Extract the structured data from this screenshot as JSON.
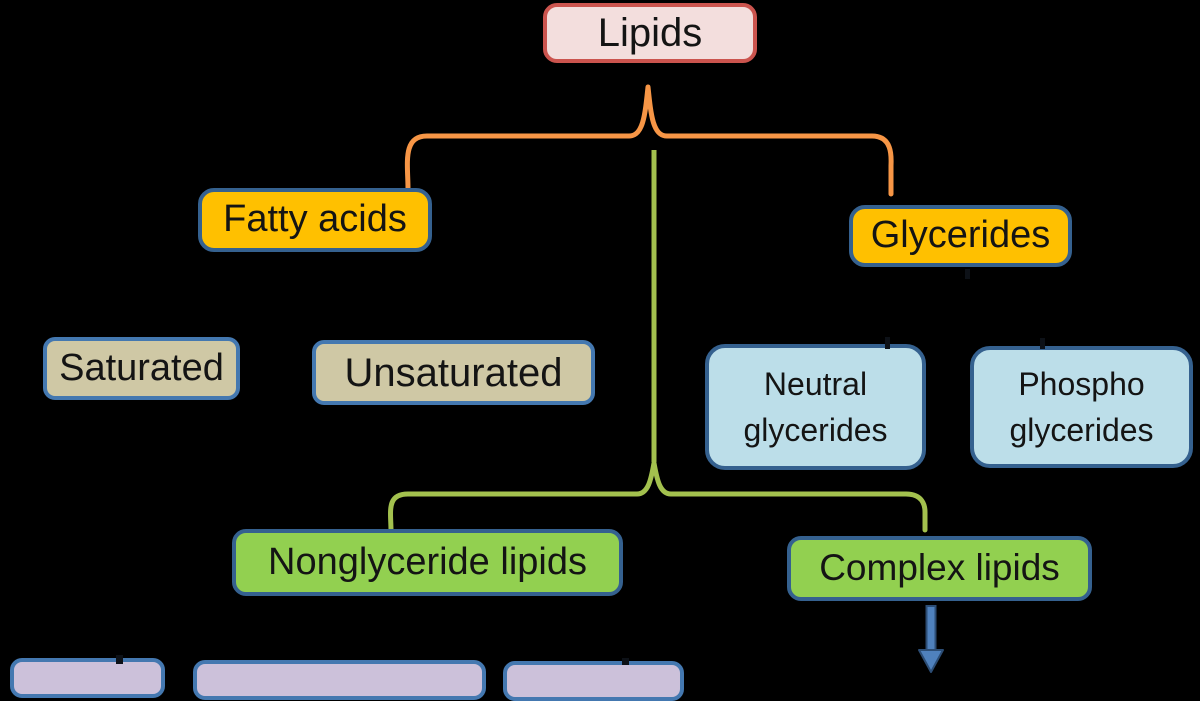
{
  "nodes": {
    "lipids": {
      "label": "Lipids"
    },
    "fatty_acids": {
      "label": "Fatty acids"
    },
    "glycerides": {
      "label": "Glycerides"
    },
    "saturated": {
      "label": "Saturated"
    },
    "unsaturated": {
      "label": "Unsaturated"
    },
    "neutral_glycerides": {
      "label": "Neutral glycerides"
    },
    "phospho_glycerides": {
      "label": "Phospho glycerides"
    },
    "nonglyceride_lipids": {
      "label": "Nonglyceride lipids"
    },
    "complex_lipids": {
      "label": "Complex lipids"
    }
  },
  "colors": {
    "background": "#000000",
    "orange_bracket": "#F79646",
    "green_bracket": "#A3C14E",
    "trunk_line": "#A3C14E",
    "lipids_fill": "#F3DEDD",
    "lipids_border": "#CB544E",
    "amber_fill": "#FFC000",
    "tan_fill": "#CFC8A5",
    "blue_fill": "#BCDEE9",
    "green_fill": "#92D050",
    "lavender_fill": "#CCC1DA",
    "box_border_dark": "#35618F",
    "box_border_light": "#4478B0",
    "arrow_fill": "#4F81BD",
    "arrow_outline": "#2C4D75",
    "stub_dark": "#0d1117"
  }
}
